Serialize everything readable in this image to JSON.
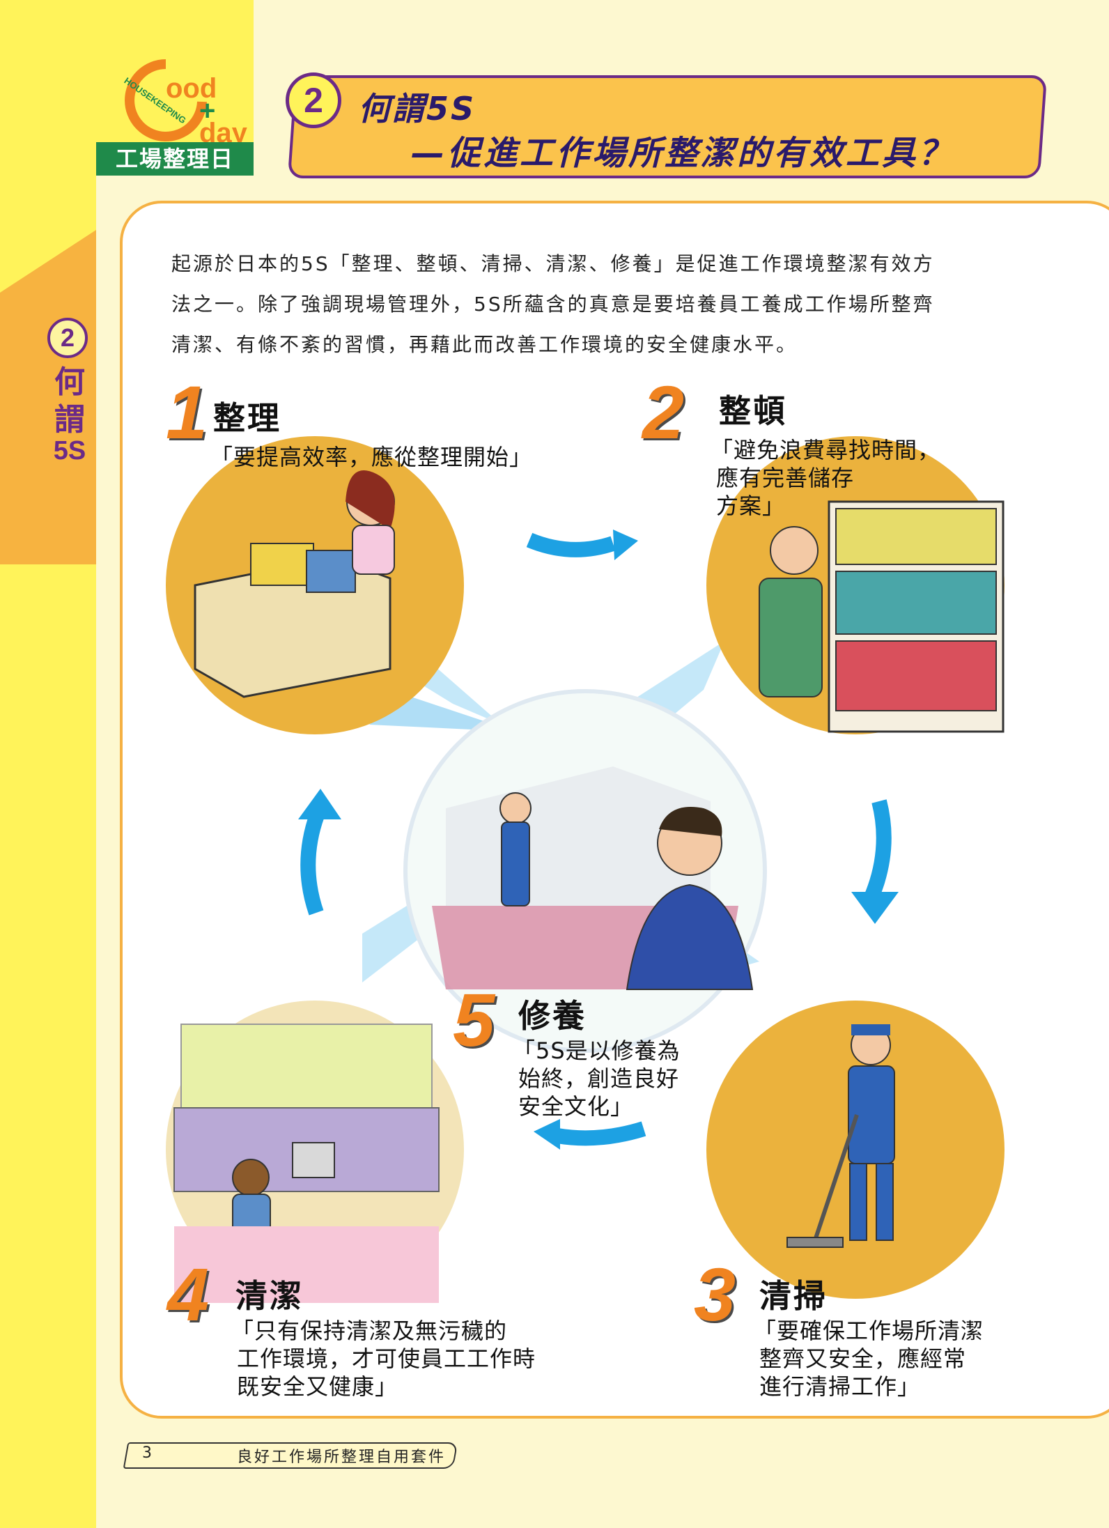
{
  "sidebar": {
    "number": "2",
    "chars": [
      "何",
      "謂",
      "5S"
    ]
  },
  "logo": {
    "brand_small": "HOUSEKEEPING",
    "brand_top": "ood",
    "brand_plus": "+",
    "brand_bottom": "day",
    "band_label": "工場整理日"
  },
  "title": {
    "number": "2",
    "line1": "何謂5S",
    "line2": "—促進工作場所整潔的有效工具？"
  },
  "intro": [
    "起源於日本的5S「整理、整頓、清掃、清潔、修養」是促進工作環境整潔有效方",
    "法之一。除了強調現場管理外，5S所蘊含的真意是要培養員工養成工作場所整齊",
    "清潔、有條不紊的習慣，再藉此而改善工作環境的安全健康水平。"
  ],
  "steps": [
    {
      "number": "1",
      "title": "整理",
      "quote": [
        "「要提高效率，應從整理開始」"
      ]
    },
    {
      "number": "2",
      "title": "整頓",
      "quote": [
        "「避免浪費尋找時間，",
        "應有完善儲存",
        "方案」"
      ]
    },
    {
      "number": "3",
      "title": "清掃",
      "quote": [
        "「要確保工作場所清潔",
        "整齊又安全，應經常",
        "進行清掃工作」"
      ]
    },
    {
      "number": "4",
      "title": "清潔",
      "quote": [
        "「只有保持清潔及無污穢的",
        "工作環境，才可使員工工作時",
        "既安全又健康」"
      ]
    },
    {
      "number": "5",
      "title": "修養",
      "quote": [
        "「5S是以修養為",
        "始終，創造良好",
        "安全文化」"
      ]
    }
  ],
  "footer": {
    "page_number": "3",
    "title": "良好工作場所整理自用套件"
  },
  "colors": {
    "strip_yellow": "#fff35a",
    "tab_orange": "#f7b340",
    "purple": "#6b2a87",
    "circle_gold": "#ebb23d",
    "number_orange": "#f08320",
    "arrow_blue": "#1da1e3",
    "logo_green": "#1f8a4a"
  }
}
